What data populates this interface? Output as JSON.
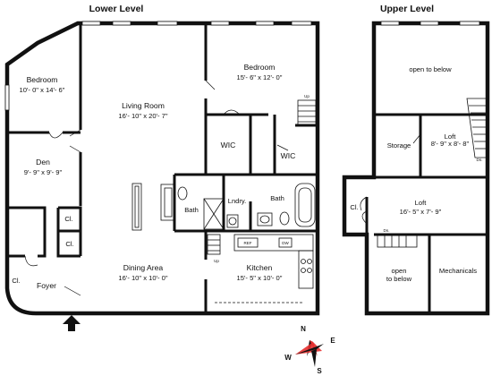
{
  "levels": {
    "lower": "Lower Level",
    "upper": "Upper Level"
  },
  "lower_rooms": {
    "bedroom_left": {
      "name": "Bedroom",
      "dims": "10'- 0\" x 14'- 6\""
    },
    "bedroom_main": {
      "name": "Bedroom",
      "dims": "15'- 6\" x 12'- 0\""
    },
    "living": {
      "name": "Living Room",
      "dims": "16'- 10\" x 20'- 7\""
    },
    "den": {
      "name": "Den",
      "dims": "9'- 9\" x 9'- 9\""
    },
    "wic1": "WIC",
    "wic2": "WIC",
    "bath1": "Bath",
    "bath2": "Bath",
    "laundry": "Lndry.",
    "closet1": "Cl.",
    "closet2": "Cl.",
    "closet3": "Cl.",
    "foyer": "Foyer",
    "dining": {
      "name": "Dining Area",
      "dims": "16'- 10\" x 10'- 0\""
    },
    "kitchen": {
      "name": "Kitchen",
      "dims": "15'- 5\" x 10'- 0\""
    },
    "stair_up_1": "Up",
    "stair_up_2": "Up",
    "appliance_ref": "REF",
    "appliance_dw": "DW"
  },
  "upper_rooms": {
    "open_top": "open to below",
    "storage": "Storage",
    "loft_small": {
      "name": "Loft",
      "dims": "8'- 9\" x 8'- 8\""
    },
    "loft_big": {
      "name": "Loft",
      "dims": "16'- 5\" x 7'- 9\""
    },
    "closet": "Cl.",
    "open_bottom": {
      "line1": "open",
      "line2": "to below"
    },
    "mechanicals": "Mechanicals",
    "stair_dn_1": "Dn.",
    "stair_dn_2": "Dn."
  },
  "compass": {
    "n": "N",
    "e": "E",
    "s": "S",
    "w": "W"
  }
}
